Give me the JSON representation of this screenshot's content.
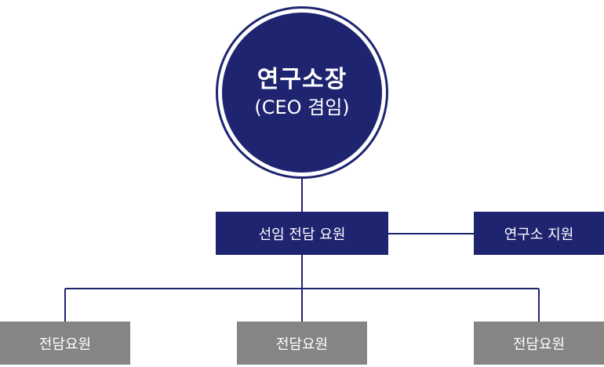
{
  "chart": {
    "ceo": {
      "title": "연구소장",
      "subtitle": "(CEO 겸임)"
    },
    "senior": {
      "label": "선임 전담 요원"
    },
    "support": {
      "label": "연구소 지원"
    },
    "staff": [
      {
        "label": "전담요원"
      },
      {
        "label": "전담요원"
      },
      {
        "label": "전담요원"
      }
    ]
  },
  "colors": {
    "navy": "#1f2470",
    "gray": "#858585",
    "line": "#1f2470"
  }
}
